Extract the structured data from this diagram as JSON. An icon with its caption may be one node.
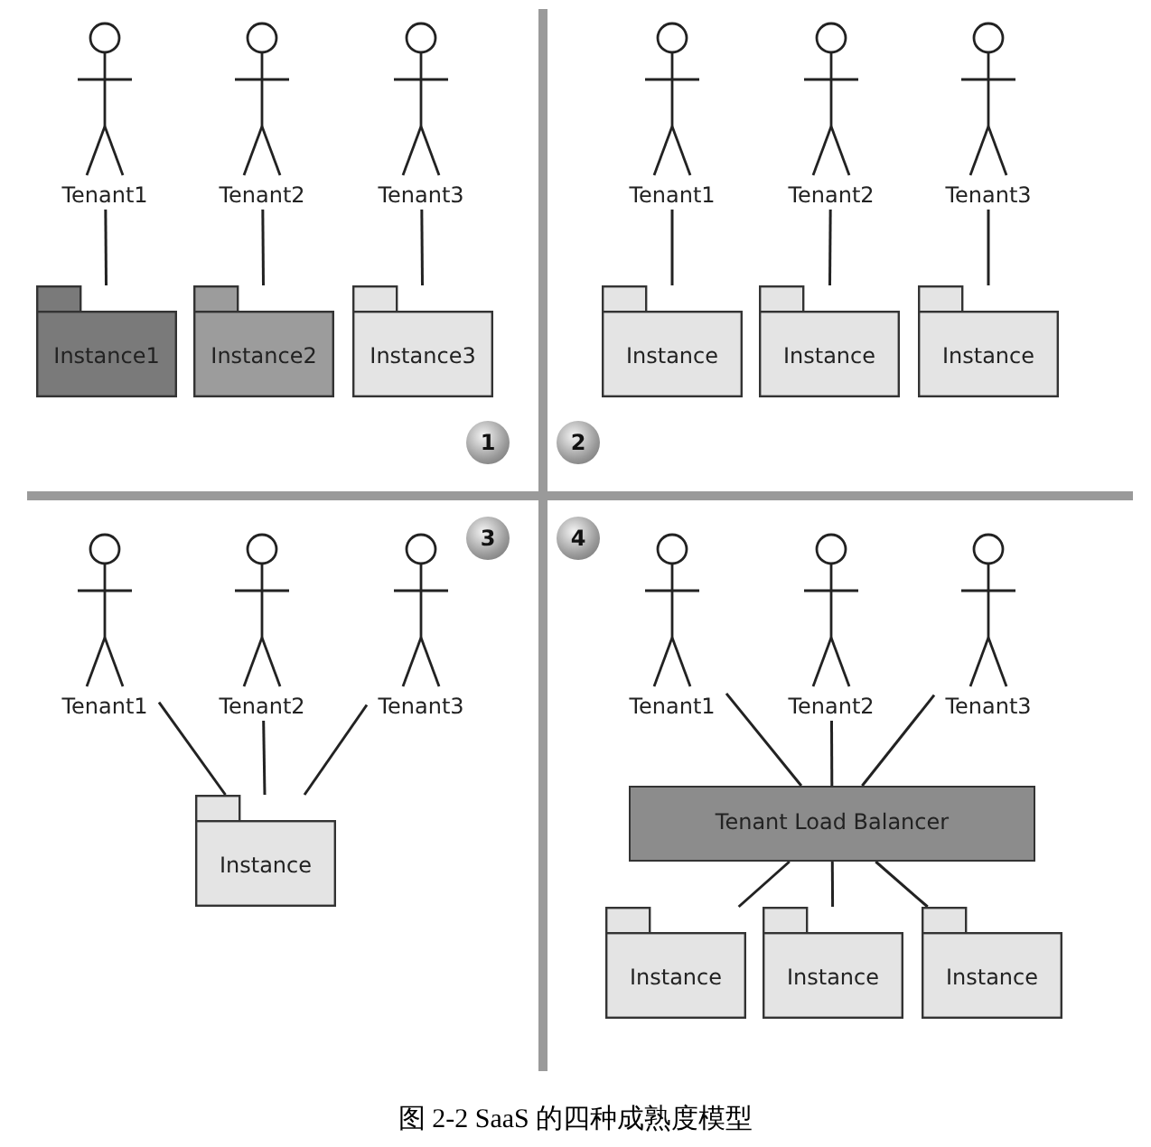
{
  "diagram": {
    "caption": "图 2-2 SaaS 的四种成熟度模型",
    "nodes": [
      {
        "text": [
          "Tenant1"
        ]
      },
      {
        "text": [
          "Tenant2"
        ]
      },
      {
        "text": [
          "Tenant3"
        ]
      },
      {
        "text": [
          "Instance1"
        ]
      },
      {
        "text": [
          "Instance2"
        ]
      },
      {
        "text": [
          "Instance3"
        ]
      },
      {
        "text": [
          "Tenant1"
        ]
      },
      {
        "text": [
          "Tenant2"
        ]
      },
      {
        "text": [
          "Tenant3"
        ]
      },
      {
        "text": [
          "Instance"
        ]
      },
      {
        "text": [
          "Instance"
        ]
      },
      {
        "text": [
          "Instance"
        ]
      },
      {
        "text": [
          "Tenant1"
        ]
      },
      {
        "text": [
          "Tenant2"
        ]
      },
      {
        "text": [
          "Tenant3"
        ]
      },
      {
        "text": [
          "Instance"
        ]
      },
      {
        "text": [
          "Tenant1"
        ]
      },
      {
        "text": [
          "Tenant2"
        ]
      },
      {
        "text": [
          "Tenant3"
        ]
      },
      {
        "text": [
          "Tenant Load Balancer"
        ]
      },
      {
        "text": [
          "Instance"
        ]
      },
      {
        "text": [
          "Instance"
        ]
      },
      {
        "text": [
          "Instance"
        ]
      }
    ],
    "edges": [
      {
        "from": 0,
        "to": 3,
        "arrow": "none"
      },
      {
        "from": 1,
        "to": 4,
        "arrow": "none"
      },
      {
        "from": 2,
        "to": 5,
        "arrow": "none"
      },
      {
        "from": 6,
        "to": 9,
        "arrow": "none"
      },
      {
        "from": 7,
        "to": 10,
        "arrow": "none"
      },
      {
        "from": 8,
        "to": 11,
        "arrow": "none"
      },
      {
        "from": 12,
        "to": 15,
        "arrow": "none"
      },
      {
        "from": 13,
        "to": 15,
        "arrow": "none"
      },
      {
        "from": 14,
        "to": 15,
        "arrow": "none"
      },
      {
        "from": 16,
        "to": 19,
        "arrow": "none"
      },
      {
        "from": 17,
        "to": 19,
        "arrow": "none"
      },
      {
        "from": 18,
        "to": 19,
        "arrow": "none"
      },
      {
        "from": 19,
        "to": 20,
        "arrow": "none"
      },
      {
        "from": 19,
        "to": 21,
        "arrow": "none"
      },
      {
        "from": 19,
        "to": 22,
        "arrow": "none"
      }
    ],
    "labels": [
      "1",
      "2",
      "3",
      "4"
    ]
  }
}
